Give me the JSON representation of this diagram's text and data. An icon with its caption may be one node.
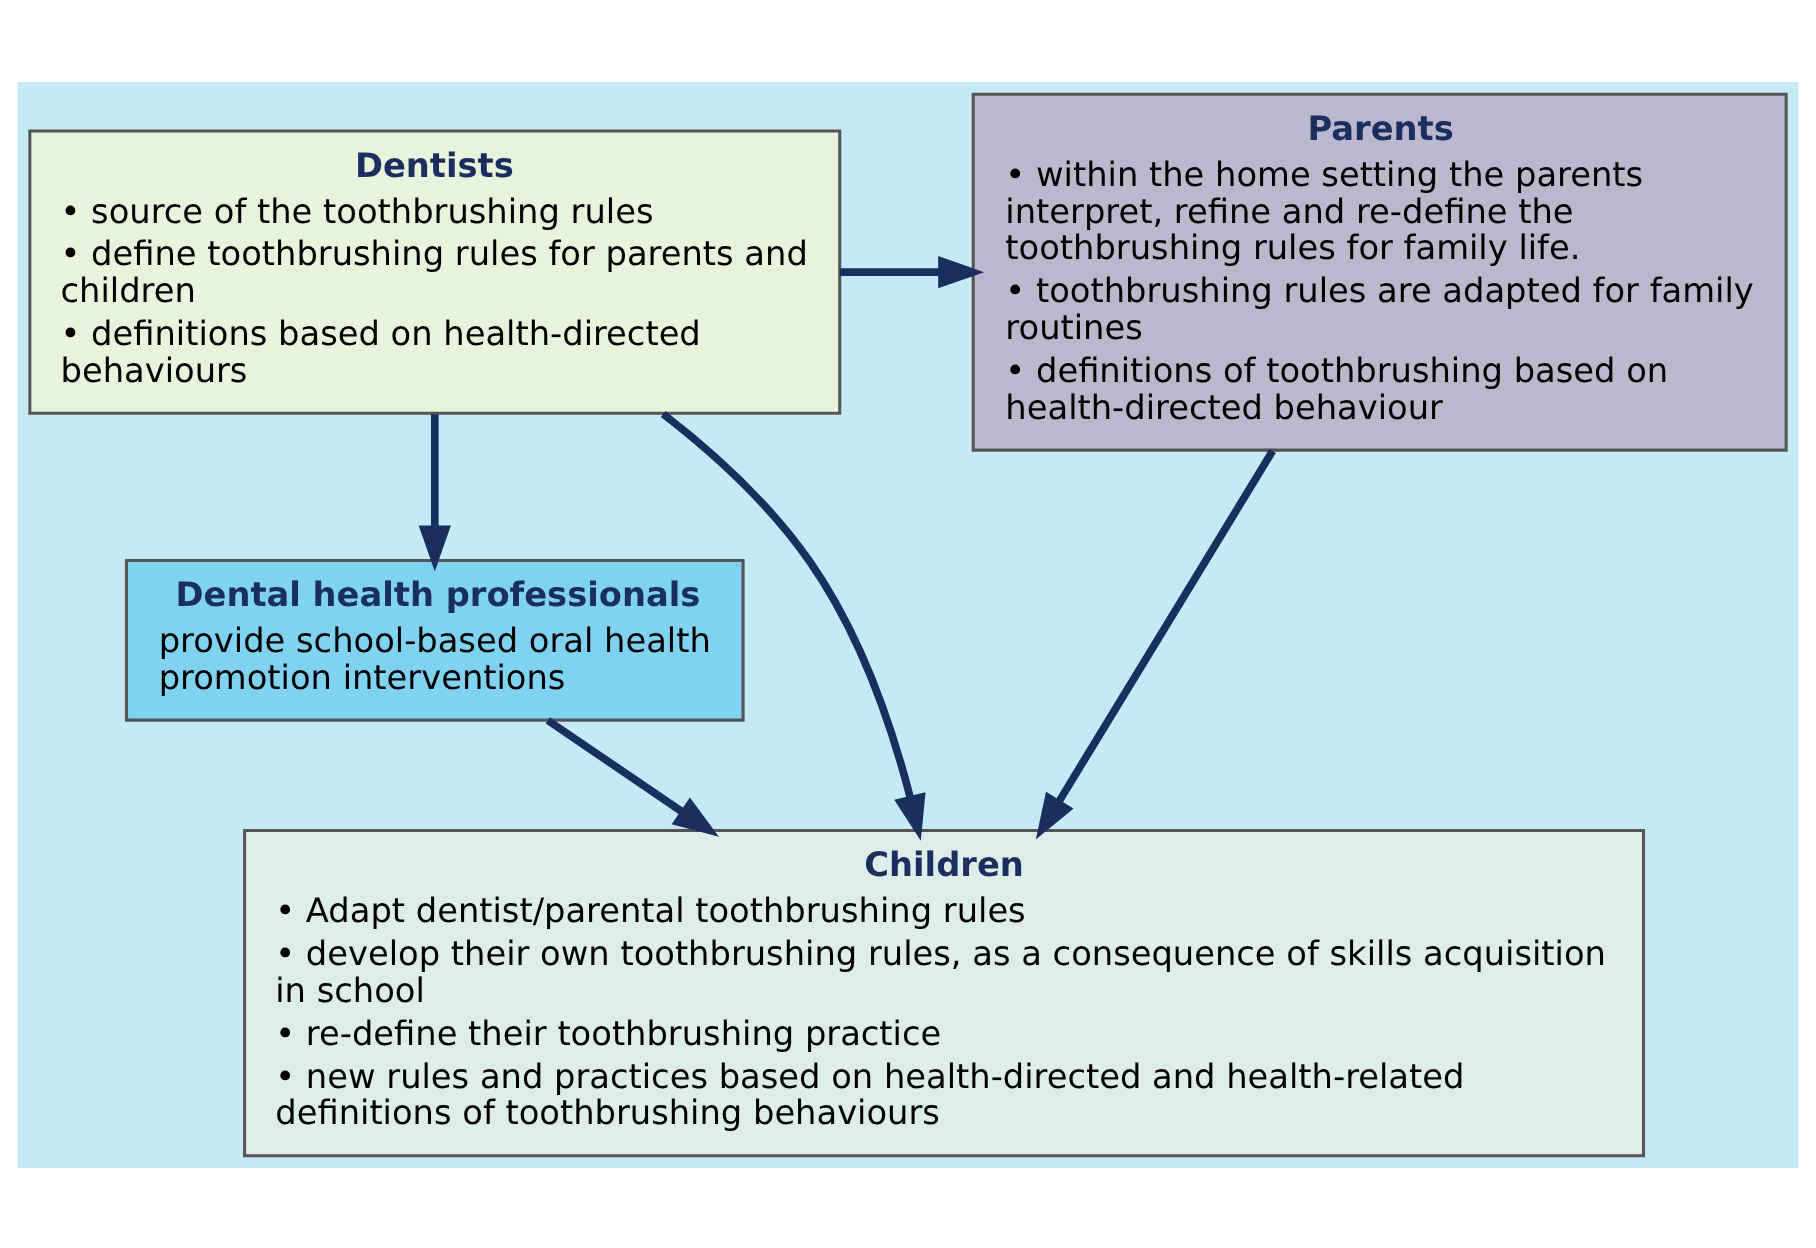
{
  "diagram": {
    "nodes": [
      {
        "text": [
          "Dentists",
          "• source of the toothbrushing rules",
          "• define toothbrushing rules for parents and children",
          "• definitions based on health-directed behaviours"
        ]
      },
      {
        "text": [
          "Parents",
          "• within the home setting the parents interpret, refine and re-define the toothbrushing rules for family life.",
          "• toothbrushing rules are adapted for family routines",
          "• definitions of toothbrushing based on health-directed behaviour"
        ]
      },
      {
        "text": [
          "Dental health professionals",
          "provide school-based oral health promotion interventions"
        ]
      },
      {
        "text": [
          "Children",
          "• Adapt dentist/parental toothbrushing rules",
          "• develop their own toothbrushing rules, as a consequence of skills acquisition in school",
          "• re-define their toothbrushing practice",
          "• new rules and practices based on health-directed and health-related definitions of toothbrushing behaviours"
        ]
      }
    ],
    "edges": [
      {
        "from": 0,
        "to": 1,
        "arrow": "to"
      },
      {
        "from": 0,
        "to": 3,
        "arrow": "to"
      },
      {
        "from": 0,
        "to": 2,
        "arrow": "to"
      },
      {
        "from": 2,
        "to": 3,
        "arrow": "to"
      },
      {
        "from": 1,
        "to": 3,
        "arrow": "to"
      }
    ]
  }
}
